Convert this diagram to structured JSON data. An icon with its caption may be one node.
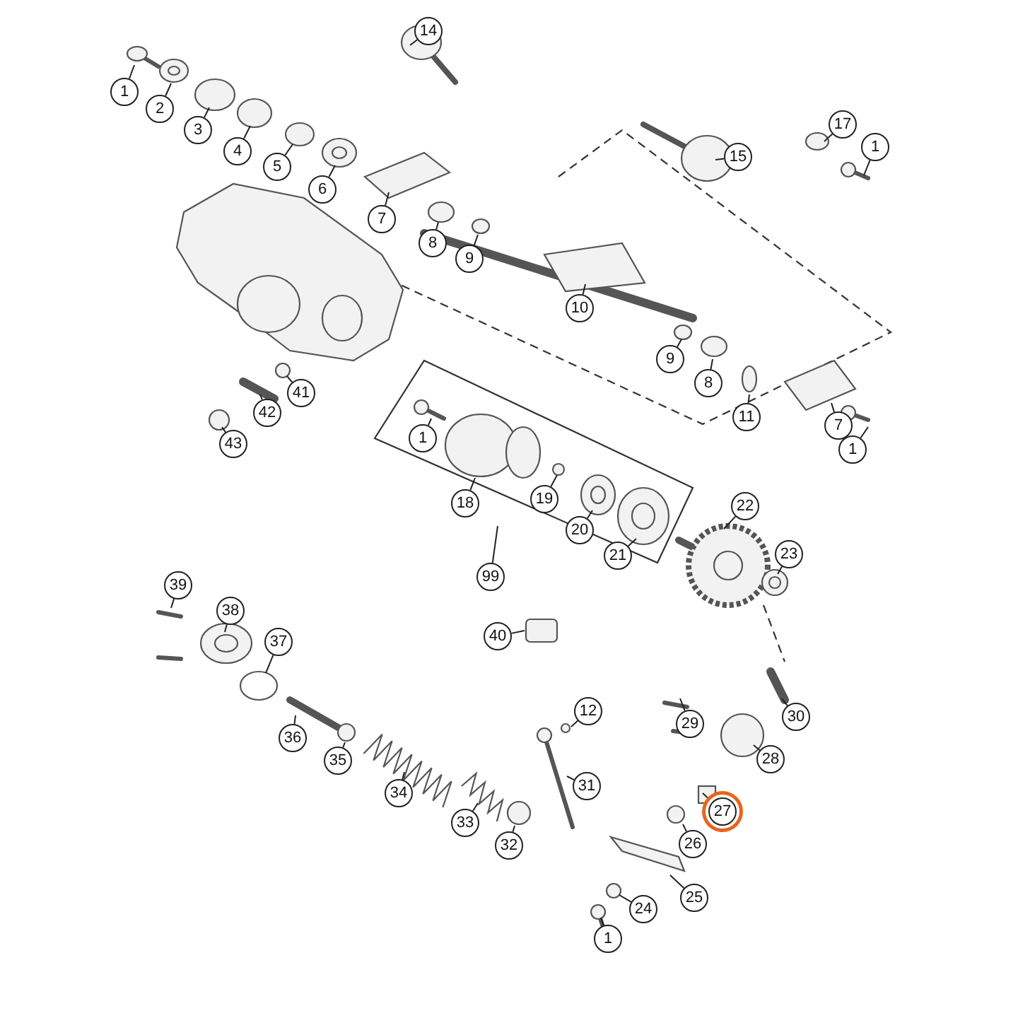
{
  "diagram": {
    "nodes": [
      {
        "text": [
          "14"
        ]
      },
      {
        "text": [
          "1"
        ]
      },
      {
        "text": [
          "2"
        ]
      },
      {
        "text": [
          "17"
        ]
      },
      {
        "text": [
          "1"
        ]
      },
      {
        "text": [
          "3"
        ]
      },
      {
        "text": [
          "4"
        ]
      },
      {
        "text": [
          "15"
        ]
      },
      {
        "text": [
          "5"
        ]
      },
      {
        "text": [
          "6"
        ]
      },
      {
        "text": [
          "7"
        ]
      },
      {
        "text": [
          "8"
        ]
      },
      {
        "text": [
          "9"
        ]
      },
      {
        "text": [
          "10"
        ]
      },
      {
        "text": [
          "9"
        ]
      },
      {
        "text": [
          "8"
        ]
      },
      {
        "text": [
          "41"
        ]
      },
      {
        "text": [
          "42"
        ]
      },
      {
        "text": [
          "11"
        ]
      },
      {
        "text": [
          "7"
        ]
      },
      {
        "text": [
          "43"
        ]
      },
      {
        "text": [
          "1"
        ]
      },
      {
        "text": [
          "1"
        ]
      },
      {
        "text": [
          "18"
        ]
      },
      {
        "text": [
          "22"
        ]
      },
      {
        "text": [
          "19"
        ]
      },
      {
        "text": [
          "20"
        ]
      },
      {
        "text": [
          "23"
        ]
      },
      {
        "text": [
          "21"
        ]
      },
      {
        "text": [
          "99"
        ]
      },
      {
        "text": [
          "39"
        ]
      },
      {
        "text": [
          "38"
        ]
      },
      {
        "text": [
          "37"
        ]
      },
      {
        "text": [
          "40"
        ]
      },
      {
        "text": [
          "12"
        ]
      },
      {
        "text": [
          "29"
        ]
      },
      {
        "text": [
          "30"
        ]
      },
      {
        "text": [
          "36"
        ]
      },
      {
        "text": [
          "28"
        ]
      },
      {
        "text": [
          "35"
        ]
      },
      {
        "text": [
          "31"
        ]
      },
      {
        "text": [
          "34"
        ]
      },
      {
        "text": [
          "27"
        ]
      },
      {
        "text": [
          "33"
        ]
      },
      {
        "text": [
          "26"
        ]
      },
      {
        "text": [
          "32"
        ]
      },
      {
        "text": [
          "25"
        ]
      },
      {
        "text": [
          "24"
        ]
      },
      {
        "text": [
          "1"
        ]
      }
    ],
    "edges": [
      {
        "from": 0,
        "to": null,
        "arrow": "none"
      },
      {
        "from": 1,
        "to": null,
        "arrow": "none"
      },
      {
        "from": 2,
        "to": null,
        "arrow": "none"
      },
      {
        "from": 3,
        "to": null,
        "arrow": "none"
      },
      {
        "from": 4,
        "to": null,
        "arrow": "none"
      },
      {
        "from": 5,
        "to": null,
        "arrow": "none"
      },
      {
        "from": 6,
        "to": null,
        "arrow": "none"
      },
      {
        "from": 7,
        "to": null,
        "arrow": "none"
      },
      {
        "from": 8,
        "to": null,
        "arrow": "none"
      },
      {
        "from": 9,
        "to": null,
        "arrow": "none"
      },
      {
        "from": 10,
        "to": null,
        "arrow": "none"
      },
      {
        "from": 11,
        "to": null,
        "arrow": "none"
      },
      {
        "from": 12,
        "to": null,
        "arrow": "none"
      },
      {
        "from": 13,
        "to": null,
        "arrow": "none"
      },
      {
        "from": 14,
        "to": null,
        "arrow": "none"
      },
      {
        "from": 15,
        "to": null,
        "arrow": "none"
      },
      {
        "from": 16,
        "to": null,
        "arrow": "none"
      },
      {
        "from": 17,
        "to": null,
        "arrow": "none"
      },
      {
        "from": 18,
        "to": null,
        "arrow": "none"
      },
      {
        "from": 19,
        "to": null,
        "arrow": "none"
      },
      {
        "from": 20,
        "to": null,
        "arrow": "none"
      },
      {
        "from": 21,
        "to": null,
        "arrow": "none"
      },
      {
        "from": 22,
        "to": null,
        "arrow": "none"
      },
      {
        "from": 23,
        "to": null,
        "arrow": "none"
      },
      {
        "from": 24,
        "to": null,
        "arrow": "none"
      },
      {
        "from": 25,
        "to": null,
        "arrow": "none"
      },
      {
        "from": 26,
        "to": null,
        "arrow": "none"
      },
      {
        "from": 27,
        "to": null,
        "arrow": "none"
      },
      {
        "from": 28,
        "to": null,
        "arrow": "none"
      },
      {
        "from": 29,
        "to": null,
        "arrow": "none"
      },
      {
        "from": 30,
        "to": null,
        "arrow": "none"
      },
      {
        "from": 31,
        "to": null,
        "arrow": "none"
      },
      {
        "from": 32,
        "to": null,
        "arrow": "none"
      },
      {
        "from": 33,
        "to": null,
        "arrow": "none"
      },
      {
        "from": 34,
        "to": null,
        "arrow": "none"
      },
      {
        "from": 35,
        "to": null,
        "arrow": "none"
      },
      {
        "from": 36,
        "to": null,
        "arrow": "none"
      },
      {
        "from": 37,
        "to": null,
        "arrow": "none"
      },
      {
        "from": 38,
        "to": null,
        "arrow": "none"
      },
      {
        "from": 39,
        "to": null,
        "arrow": "none"
      },
      {
        "from": 40,
        "to": null,
        "arrow": "none"
      },
      {
        "from": 41,
        "to": null,
        "arrow": "none"
      },
      {
        "from": 42,
        "to": null,
        "arrow": "none"
      },
      {
        "from": 43,
        "to": null,
        "arrow": "none"
      },
      {
        "from": 44,
        "to": null,
        "arrow": "none"
      },
      {
        "from": 45,
        "to": null,
        "arrow": "none"
      },
      {
        "from": 46,
        "to": null,
        "arrow": "none"
      },
      {
        "from": 47,
        "to": null,
        "arrow": "none"
      },
      {
        "from": 48,
        "to": null,
        "arrow": "none"
      }
    ]
  }
}
